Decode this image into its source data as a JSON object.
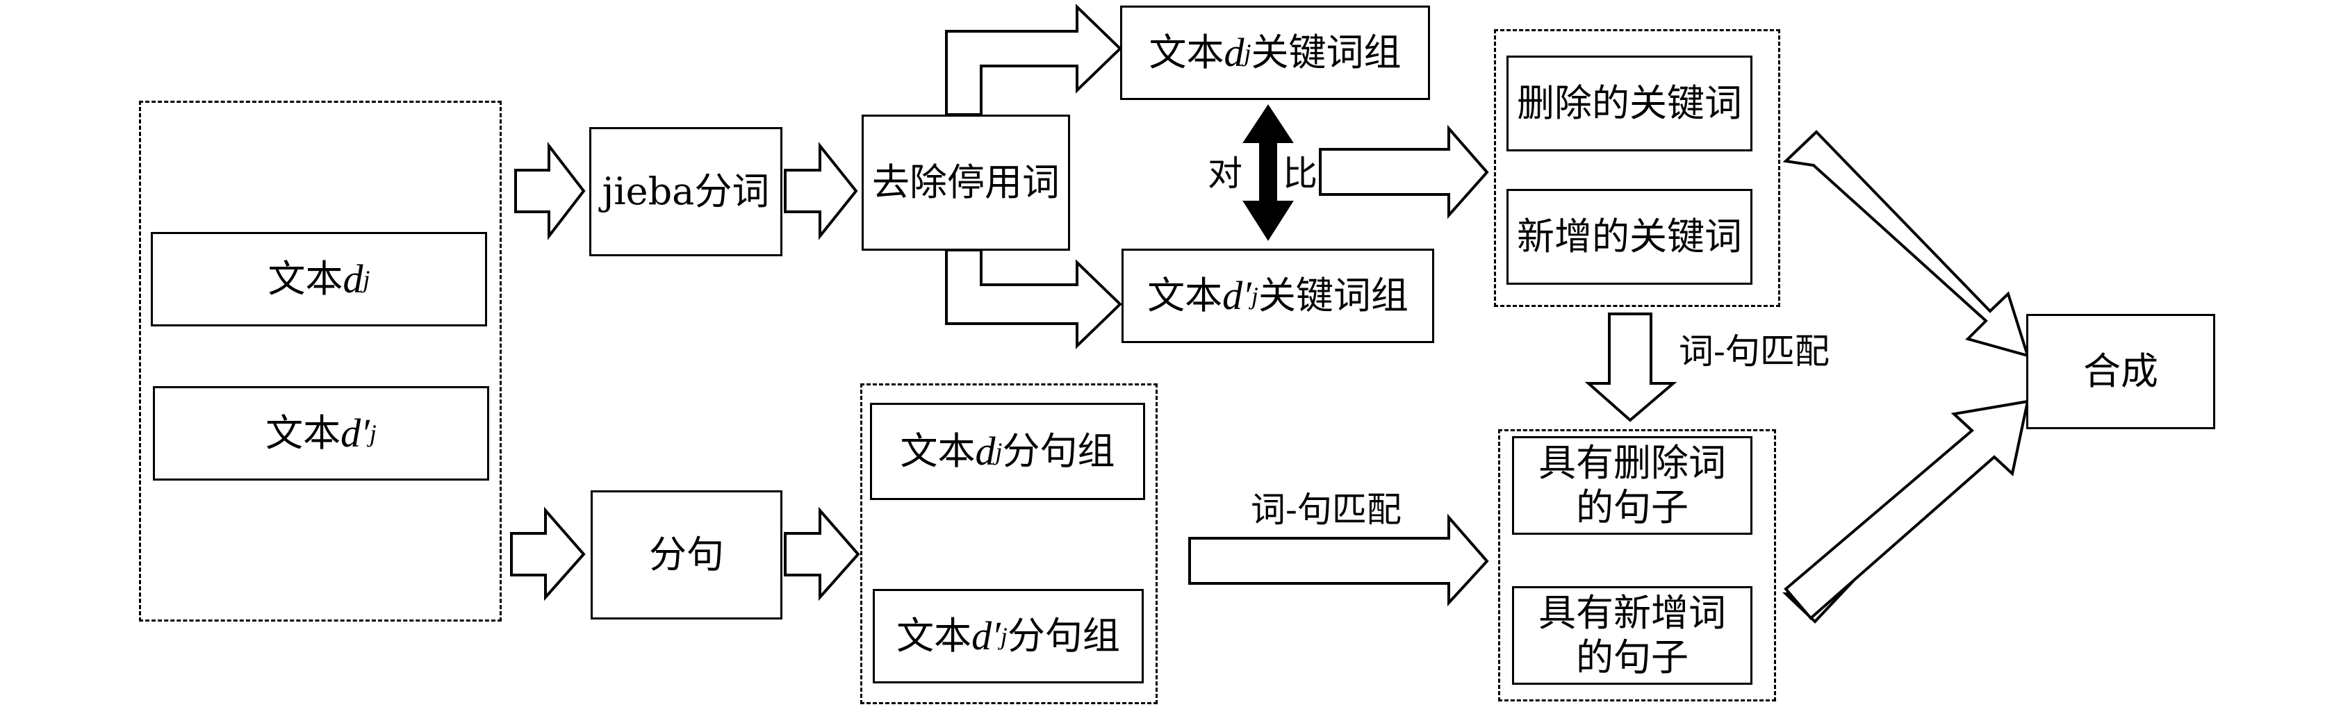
{
  "input_group": {
    "doc_prefix": "文本",
    "doc_var": "d",
    "doc_sub": "j",
    "doc_prime": "′"
  },
  "nodes": {
    "jieba": "jieba分词",
    "stopword": "去除停用词",
    "keyword_suffix": "关键词组",
    "split": "分句",
    "sentence_suffix": "分句组",
    "deleted_keywords": "删除的关键词",
    "added_keywords": "新增的关键词",
    "sent_deleted": "具有删除词的句子",
    "sent_added": "具有新增词的句子",
    "merge": "合成"
  },
  "labels": {
    "compare_1": "对",
    "compare_2": "比",
    "match_top": "词-句匹配",
    "match_mid": "词-句匹配"
  }
}
